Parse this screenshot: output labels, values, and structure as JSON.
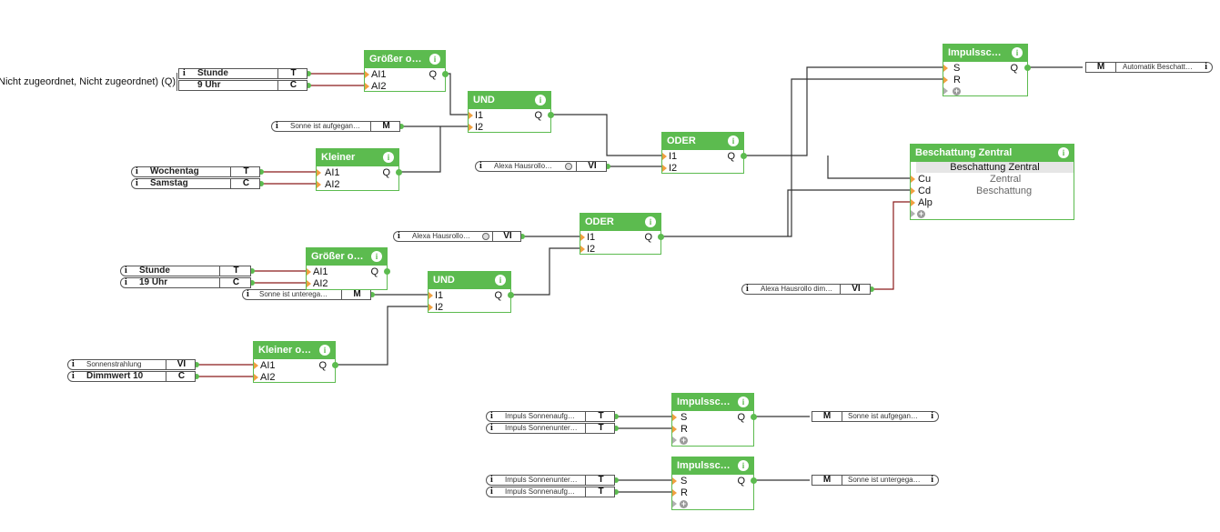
{
  "colors": {
    "block_header": "#5cbb4f",
    "wire_dark": "#333333",
    "wire_red": "#8b1a1a",
    "input_arrow": "#f0a040"
  },
  "truncated_label": "Nicht zugeordnet, Nicht zugeordnet) (Q)",
  "blocks": {
    "groesser1": {
      "title": "Größer o…",
      "in1": "AI1",
      "in2": "AI2",
      "out": "Q"
    },
    "und1": {
      "title": "UND",
      "in1": "I1",
      "in2": "I2",
      "out": "Q"
    },
    "kleiner1": {
      "title": "Kleiner",
      "in1": "AI1",
      "in2": "AI2",
      "out": "Q"
    },
    "oder1": {
      "title": "ODER",
      "in1": "I1",
      "in2": "I2",
      "out": "Q"
    },
    "oder2": {
      "title": "ODER",
      "in1": "I1",
      "in2": "I2",
      "out": "Q"
    },
    "groesser2": {
      "title": "Größer o…",
      "in1": "AI1",
      "in2": "AI2",
      "out": "Q"
    },
    "und2": {
      "title": "UND",
      "in1": "I1",
      "in2": "I2",
      "out": "Q"
    },
    "kleiner2": {
      "title": "Kleiner o…",
      "in1": "AI1",
      "in2": "AI2",
      "out": "Q"
    },
    "impuls1": {
      "title": "Impulssc…",
      "in1": "S",
      "in2": "R",
      "out": "Q"
    },
    "impuls2": {
      "title": "Impulssc…",
      "in1": "S",
      "in2": "R",
      "out": "Q"
    },
    "impuls3": {
      "title": "Impulssc…",
      "in1": "S",
      "in2": "R",
      "out": "Q"
    },
    "beschattung": {
      "title": "Beschattung Zentral",
      "subtitle": "Beschattung Zentral",
      "in1": "Cu",
      "in2": "Cd",
      "in3": "Alp",
      "val1": "Zentral",
      "val2": "Beschattung"
    }
  },
  "externals": {
    "stunde1": {
      "label": "Stunde",
      "tag": "T"
    },
    "uhr9": {
      "label": "9 Uhr",
      "tag": "C"
    },
    "sonne_auf_m": {
      "label": "Sonne ist aufgegan…",
      "tag": "M"
    },
    "wochentag": {
      "label": "Wochentag",
      "tag": "T"
    },
    "samstag": {
      "label": "Samstag",
      "tag": "C"
    },
    "alexa1": {
      "label": "Alexa Hausrollo…",
      "tag": "VI"
    },
    "alexa2": {
      "label": "Alexa Hausrollo…",
      "tag": "VI"
    },
    "stunde2": {
      "label": "Stunde",
      "tag": "T"
    },
    "uhr19": {
      "label": "19 Uhr",
      "tag": "C"
    },
    "sonne_unter_m": {
      "label": "Sonne ist unterega…",
      "tag": "M"
    },
    "sonnenstrahlung": {
      "label": "Sonnenstrahlung",
      "tag": "VI"
    },
    "dimmwert": {
      "label": "Dimmwert 10",
      "tag": "C"
    },
    "alexa_dimm": {
      "label": "Alexa Hausrollo dim…",
      "tag": "VI"
    },
    "automatik": {
      "label": "Automatik Beschatt…",
      "tag": "M"
    },
    "impuls_aufg1": {
      "label": "Impuls Sonnenaufg…",
      "tag": "T"
    },
    "impuls_unter1": {
      "label": "Impuls Sonnenunter…",
      "tag": "T"
    },
    "sonne_auf_out": {
      "label": "Sonne ist aufgegan…",
      "tag": "M"
    },
    "impuls_unter2": {
      "label": "Impuls Sonnenunter…",
      "tag": "T"
    },
    "impuls_aufg2": {
      "label": "Impuls Sonnenaufg…",
      "tag": "T"
    },
    "sonne_unter_out": {
      "label": "Sonne ist untergega…",
      "tag": "M"
    }
  }
}
